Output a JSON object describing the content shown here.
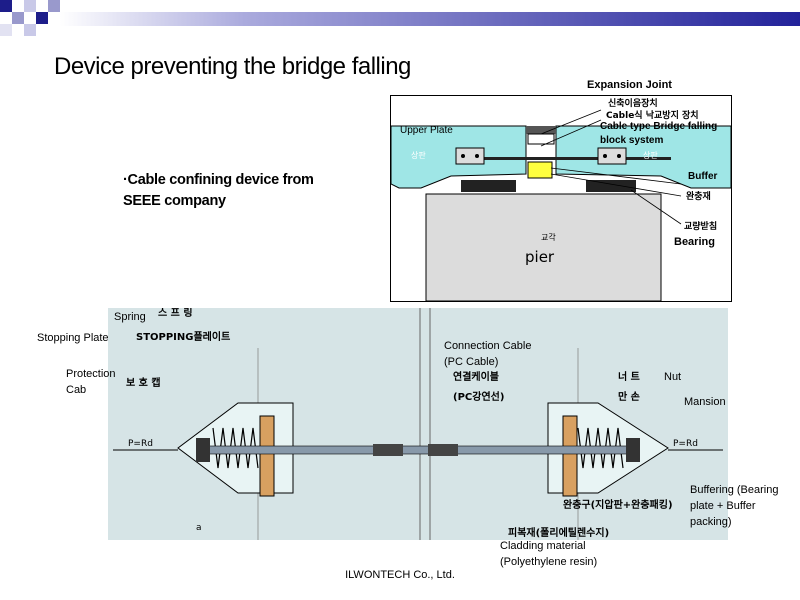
{
  "slide": {
    "title_bullet": "",
    "title": "Device preventing the bridge falling",
    "bullet_line1": "·Cable confining device from",
    "bullet_line2": "SEEE company",
    "footer": "ILWONTECH  Co., Ltd."
  },
  "top_diagram": {
    "expansion_joint": "Expansion Joint",
    "korean_1": "신축이음장치",
    "korean_2": "Cable식 낙교방지 장치",
    "upper_plate": "Upper Plate",
    "cable_type_line1": "Cable type Bridge falling",
    "cable_type_line2": "block  system",
    "buffer": "Buffer",
    "korean_buffer": "완충재",
    "korean_bearing": "교량받침",
    "bearing": "Bearing",
    "korean_pier": "교각",
    "pier": "pier",
    "korean_upper_left": "상판",
    "korean_upper_right": "상판"
  },
  "bottom_diagram": {
    "spring": "Spring",
    "spring_kor": "스 프 링",
    "stopping_plate": "Stopping Plate",
    "stopping_kor": "STOPPING플레이트",
    "protection_line1": "Protection",
    "protection_line2": "Cab",
    "protection_kor": "보 호 캡",
    "connection_line1": "Connection Cable",
    "connection_line2": "(PC Cable)",
    "connection_kor": "연결케이블",
    "connection_kor2": "(PC강연선)",
    "nut": "Nut",
    "nut_kor": "너 트",
    "mansion": "Mansion",
    "mansion_kor": "만 손",
    "buffering_line1": "Buffering (Bearing",
    "buffering_line2": "plate + Buffer",
    "buffering_line3": "packing)",
    "buffering_kor": "완충구(지압판+완충패킹)",
    "cladding_line1": "Cladding material",
    "cladding_line2": "(Polyethylene resin)",
    "cladding_kor": "피복재(폴리에틸렌수지)",
    "p_left": "P=Rd",
    "p_right": "P=Rd",
    "a_label": "a"
  }
}
